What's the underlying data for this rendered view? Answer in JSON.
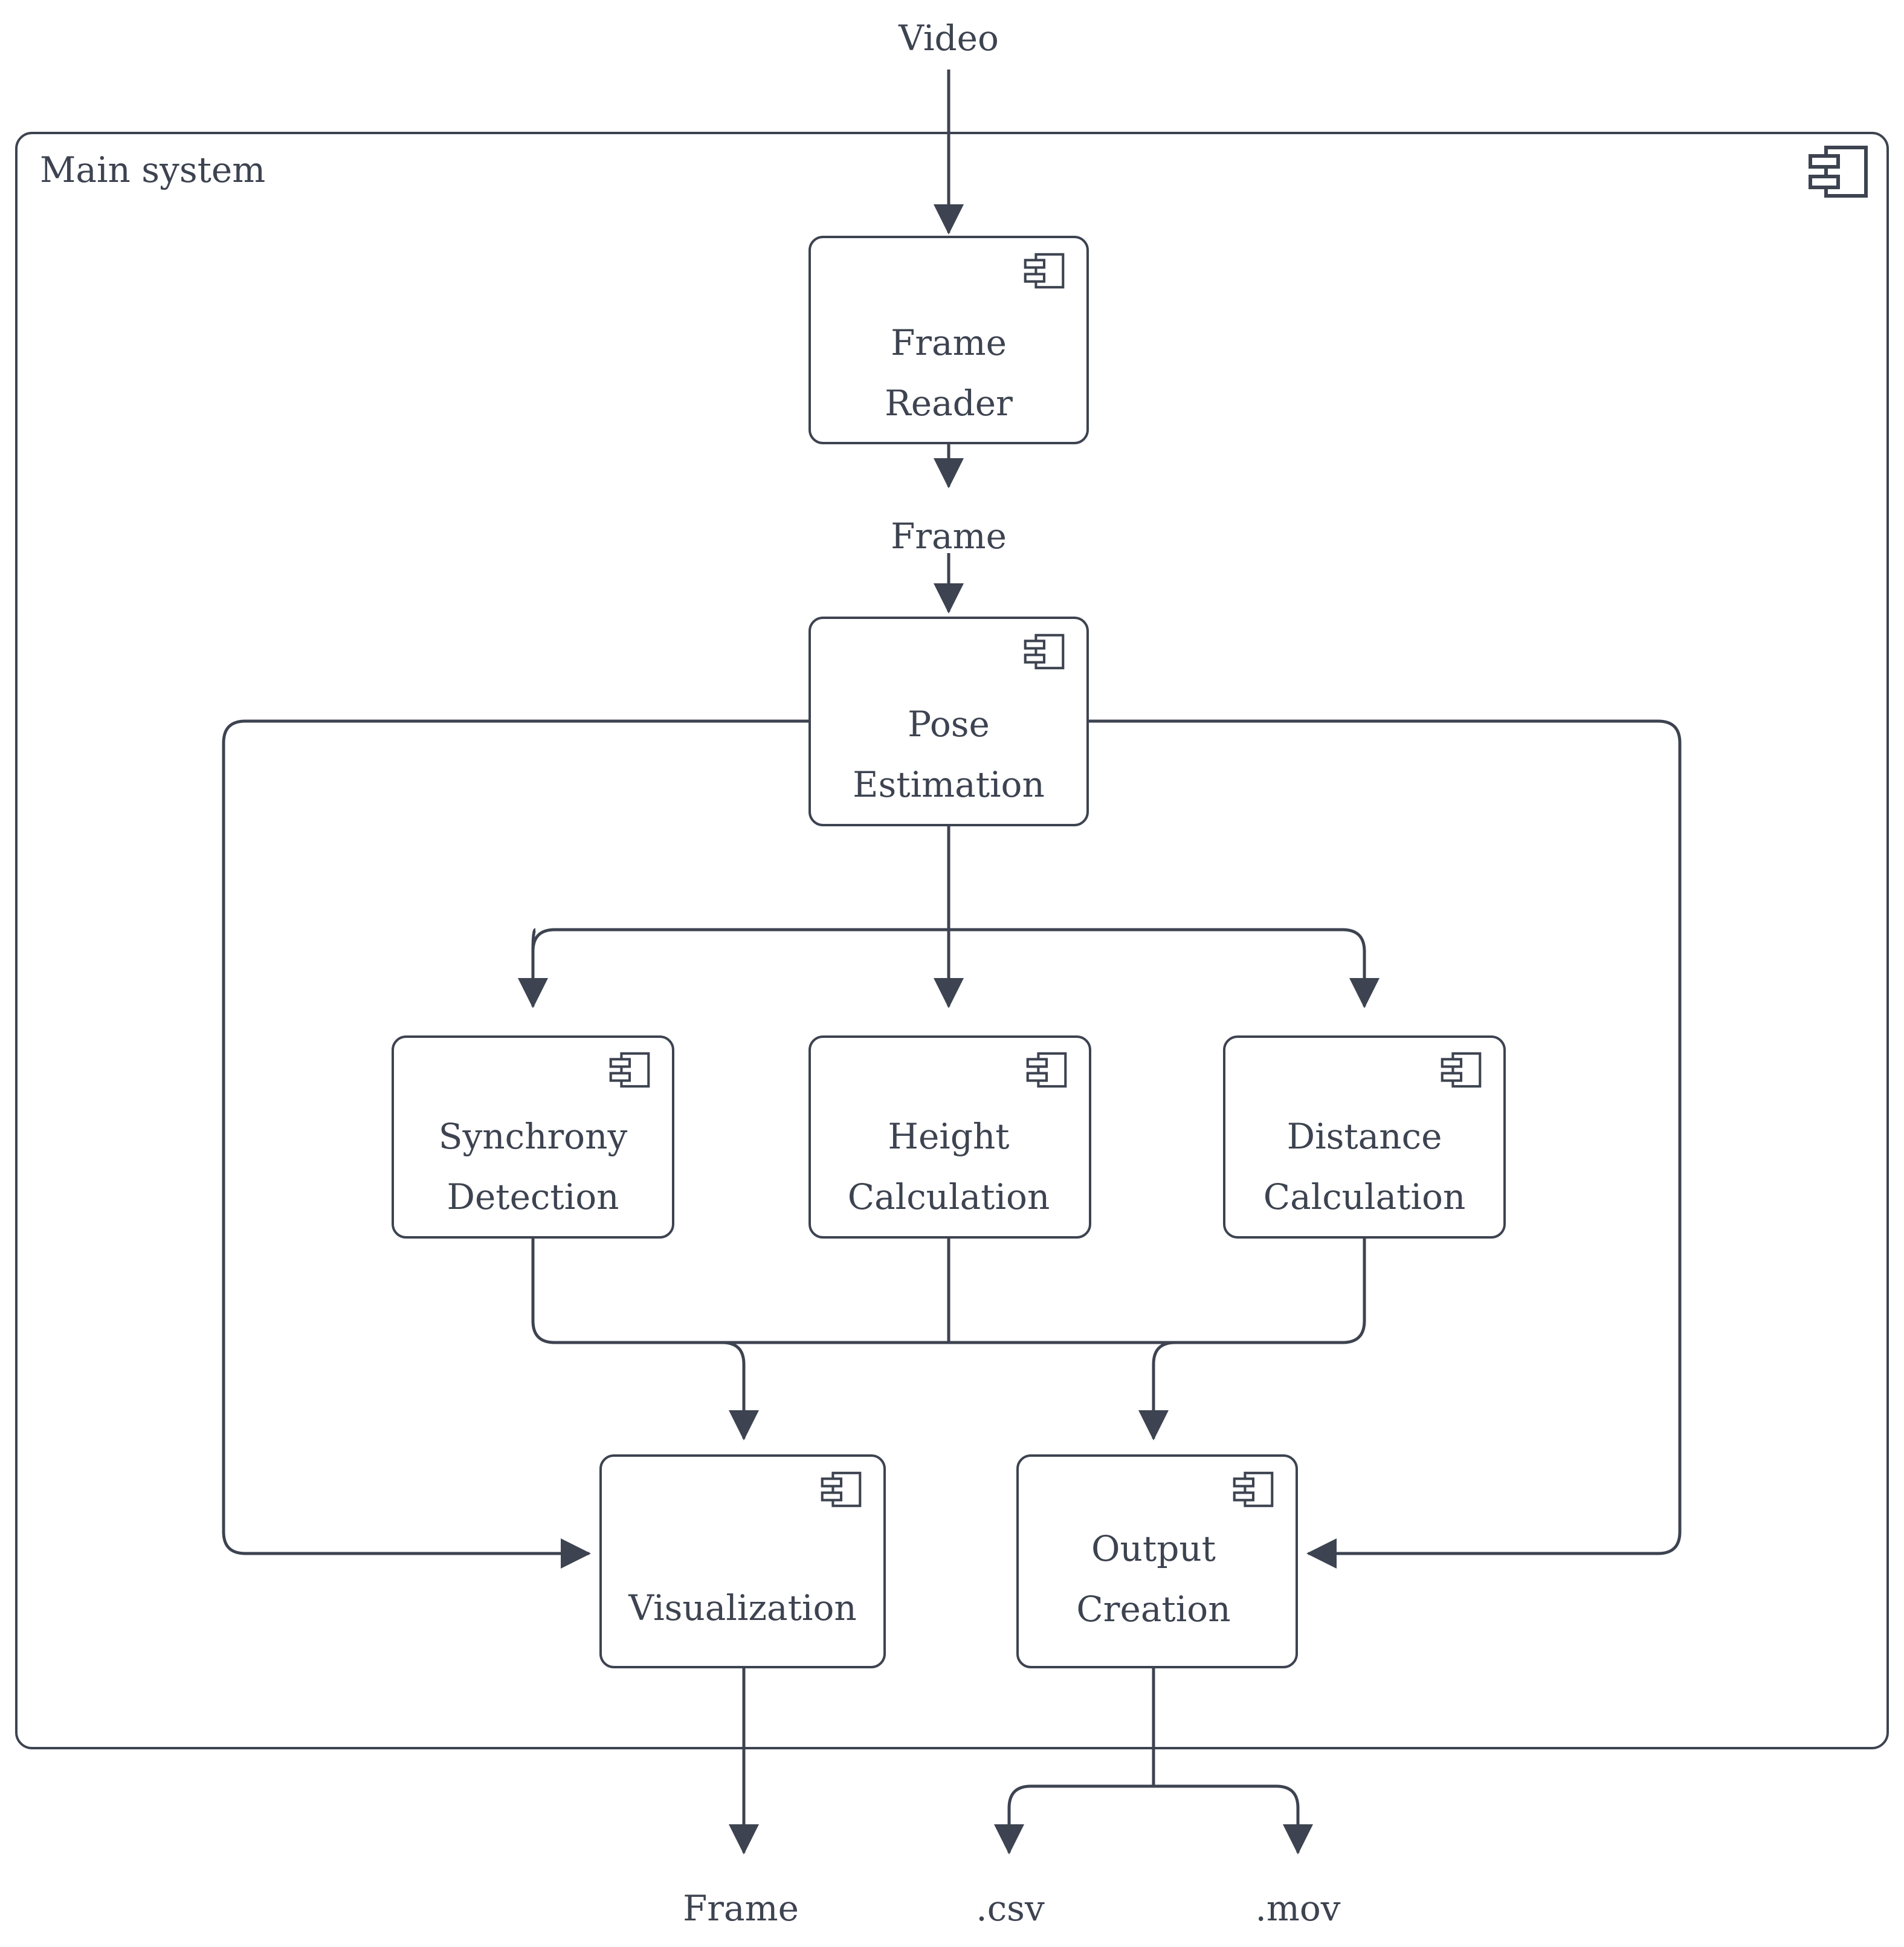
{
  "diagram": {
    "title": "Main system",
    "type": "uml-component-diagram",
    "colors": {
      "stroke": "#3d4350",
      "text": "#3d4350",
      "background": "#ffffff"
    },
    "system": {
      "label": "Main system",
      "icon": "component-icon"
    },
    "components": [
      {
        "id": "frame-reader",
        "line1": "Frame",
        "line2": "Reader",
        "icon": "component-icon"
      },
      {
        "id": "pose-estimation",
        "line1": "Pose",
        "line2": "Estimation",
        "icon": "component-icon"
      },
      {
        "id": "synchrony-detection",
        "line1": "Synchrony",
        "line2": "Detection",
        "icon": "component-icon"
      },
      {
        "id": "height-calculation",
        "line1": "Height",
        "line2": "Calculation",
        "icon": "component-icon"
      },
      {
        "id": "distance-calculation",
        "line1": "Distance",
        "line2": "Calculation",
        "icon": "component-icon"
      },
      {
        "id": "visualization",
        "line1": "Visualization",
        "line2": "",
        "icon": "component-icon"
      },
      {
        "id": "output-creation",
        "line1": "Output",
        "line2": "Creation",
        "icon": "component-icon"
      }
    ],
    "edge_labels": {
      "video_input": "Video",
      "frame_between": "Frame",
      "frame_output": "Frame",
      "csv_output": ".csv",
      "mov_output": ".mov"
    },
    "flows": [
      {
        "from": "Video",
        "to": "Frame Reader"
      },
      {
        "from": "Frame Reader",
        "to": "Pose Estimation",
        "label": "Frame"
      },
      {
        "from": "Pose Estimation",
        "to": "Synchrony Detection"
      },
      {
        "from": "Pose Estimation",
        "to": "Height Calculation"
      },
      {
        "from": "Pose Estimation",
        "to": "Distance Calculation"
      },
      {
        "from": "Pose Estimation",
        "to": "Visualization"
      },
      {
        "from": "Pose Estimation",
        "to": "Output Creation"
      },
      {
        "from": "Synchrony Detection",
        "to": "Visualization"
      },
      {
        "from": "Synchrony Detection",
        "to": "Output Creation"
      },
      {
        "from": "Height Calculation",
        "to": "Visualization"
      },
      {
        "from": "Height Calculation",
        "to": "Output Creation"
      },
      {
        "from": "Distance Calculation",
        "to": "Visualization"
      },
      {
        "from": "Distance Calculation",
        "to": "Output Creation"
      },
      {
        "from": "Visualization",
        "to": "Frame"
      },
      {
        "from": "Output Creation",
        "to": ".csv"
      },
      {
        "from": "Output Creation",
        "to": ".mov"
      }
    ]
  }
}
